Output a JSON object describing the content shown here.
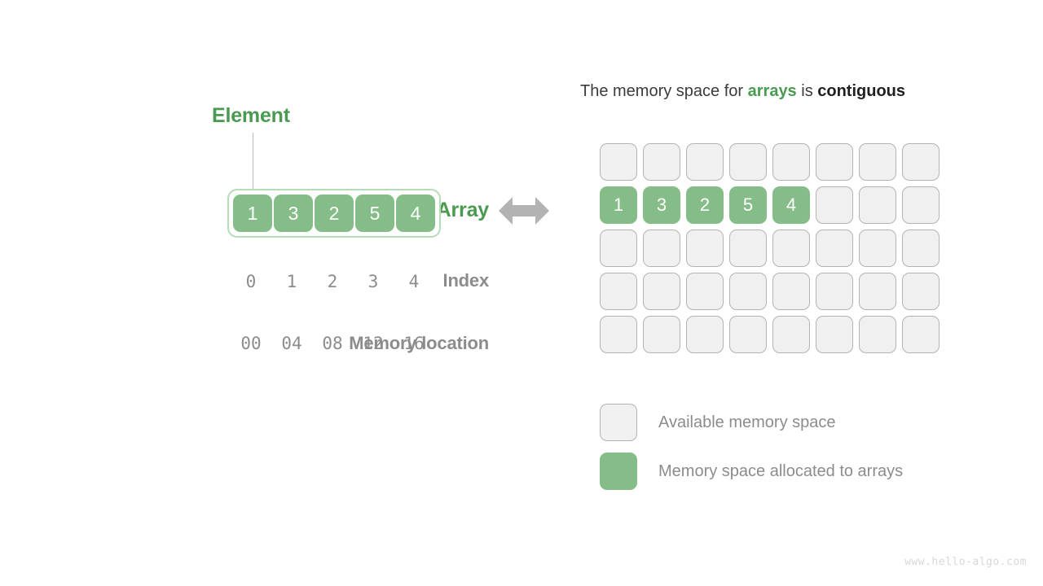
{
  "diagram": {
    "title_line": {
      "prefix": "The memory space for ",
      "keyword_green": "arrays",
      "middle": " is ",
      "keyword_bold": "contiguous"
    },
    "left": {
      "element_label": "Element",
      "array_label": "Array",
      "index_label": "Index",
      "memory_label": "Memory location",
      "array_values": [
        "1",
        "3",
        "2",
        "5",
        "4"
      ],
      "indices": [
        "0",
        "1",
        "2",
        "3",
        "4"
      ],
      "memory_locations": [
        "00",
        "04",
        "08",
        "12",
        "16"
      ]
    },
    "memory_grid": {
      "columns": 8,
      "rows": 5,
      "filled_row_index": 1,
      "filled_values": [
        "1",
        "3",
        "2",
        "5",
        "4"
      ],
      "cells": [
        [
          "",
          "",
          "",
          "",
          "",
          "",
          "",
          ""
        ],
        [
          "1",
          "3",
          "2",
          "5",
          "4",
          "",
          "",
          ""
        ],
        [
          "",
          "",
          "",
          "",
          "",
          "",
          "",
          ""
        ],
        [
          "",
          "",
          "",
          "",
          "",
          "",
          "",
          ""
        ],
        [
          "",
          "",
          "",
          "",
          "",
          "",
          "",
          ""
        ]
      ]
    },
    "legend": [
      {
        "swatch": "empty",
        "text": "Available memory space"
      },
      {
        "swatch": "filled",
        "text": "Memory space allocated to arrays"
      }
    ],
    "watermark": "www.hello-algo.com",
    "colors": {
      "green_fill": "#85bd88",
      "green_text": "#4a9a52",
      "green_border": "#b5dcb7",
      "cell_empty_fill": "#f0f0f0",
      "cell_empty_border": "#b3b3b3",
      "gray_label": "#8c8c8c",
      "arrow_gray": "#b3b3b3",
      "headline_dark": "#3b3b3b",
      "watermark_gray": "#d8d8d8"
    }
  }
}
